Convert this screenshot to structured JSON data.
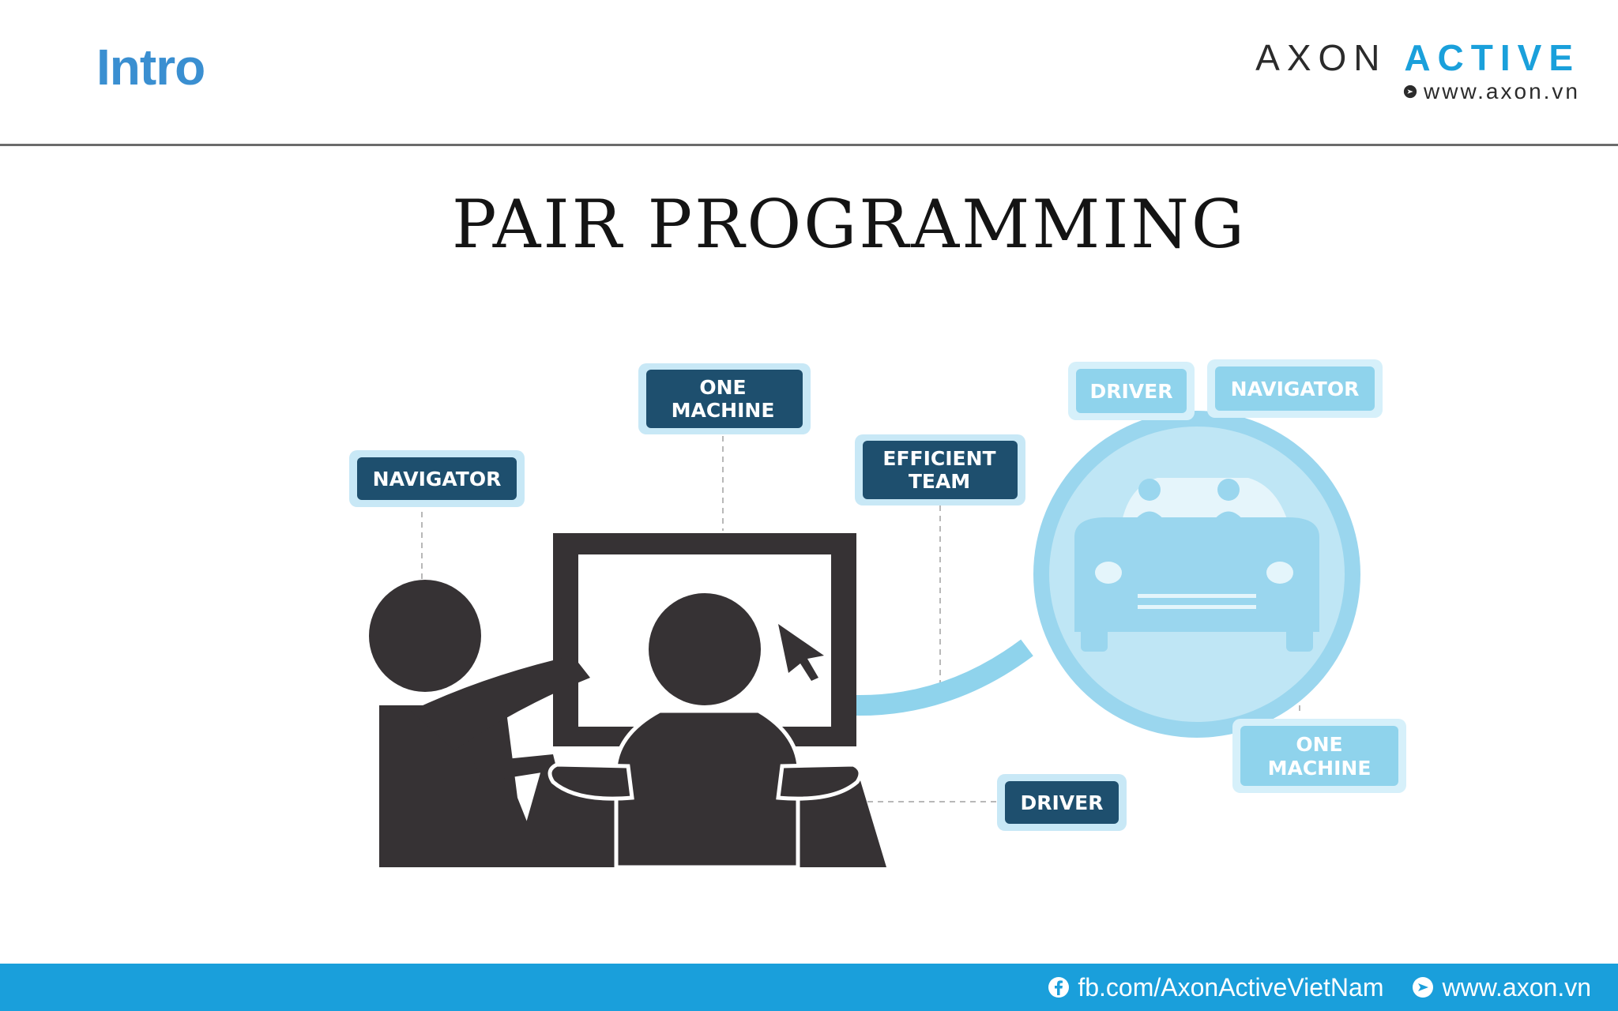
{
  "header": {
    "title": "Intro",
    "logo": {
      "brand_part1": "AXON",
      "brand_part2": "ACTIVE",
      "url": "www.axon.vn",
      "url_icon": "arrow-circle-icon",
      "brand_color": "#1aa0db"
    }
  },
  "illustration": {
    "title": "PAIR PROGRAMMING",
    "labels": {
      "navigator_left": "NAVIGATOR",
      "one_machine_top_line1": "ONE",
      "one_machine_top_line2": "MACHINE",
      "efficient_team_line1": "EFFICIENT",
      "efficient_team_line2": "TEAM",
      "driver_top": "DRIVER",
      "navigator_top": "NAVIGATOR",
      "one_machine_right_line1": "ONE",
      "one_machine_right_line2": "MACHINE",
      "driver_bottom": "DRIVER"
    },
    "colors": {
      "dark_label": "#1e4f6e",
      "light_label": "#8fd3ec",
      "silhouette": "#363234",
      "car_light": "#9ad6ee"
    }
  },
  "footer": {
    "facebook_icon": "facebook-icon",
    "facebook_text": "fb.com/AxonActiveVietNam",
    "web_icon": "arrow-circle-icon",
    "web_text": "www.axon.vn",
    "background": "#1a9fdb"
  }
}
